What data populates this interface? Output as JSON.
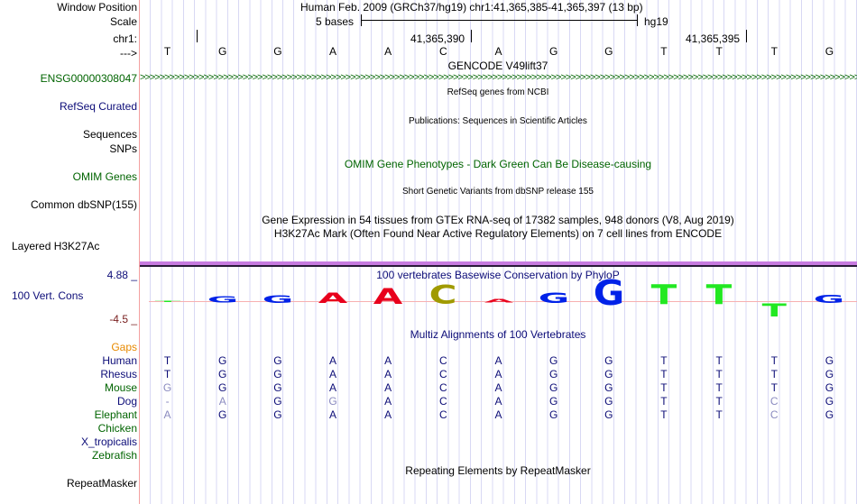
{
  "labels": {
    "window_position": "Window Position",
    "scale": "Scale",
    "chr": "chr1:",
    "arrow": "--->",
    "gene_id": "ENSG00000308047",
    "refseq": "RefSeq Curated",
    "sequences": "Sequences",
    "snps": "SNPs",
    "omim": "OMIM Genes",
    "common_dbsnp": "Common dbSNP(155)",
    "layered": "Layered H3K27Ac",
    "cons_max": "4.88 _",
    "cons_label": "100 Vert. Cons",
    "cons_min": "-4.5 _",
    "gaps": "Gaps",
    "repeatmasker": "RepeatMasker"
  },
  "header": {
    "assembly": "Human Feb. 2009 (GRCh37/hg19)   chr1:41,365,385-41,365,397 (13 bp)",
    "scale_text": "5 bases",
    "scale_db": "hg19",
    "pos1": "41,365,390",
    "pos2": "41,365,395"
  },
  "sequence": [
    "T",
    "G",
    "G",
    "A",
    "A",
    "C",
    "A",
    "G",
    "G",
    "T",
    "T",
    "T",
    "G"
  ],
  "tracks": {
    "gencode": "GENCODE V49lift37",
    "refseq": "RefSeq genes from NCBI",
    "publications": "Publications: Sequences in Scientific Articles",
    "omim": "OMIM Gene Phenotypes - Dark Green Can Be Disease-causing",
    "dbsnp": "Short Genetic Variants from dbSNP release 155",
    "gtex": "Gene Expression in 54 tissues from GTEx RNA-seq of 17382 samples, 948 donors (V8, Aug 2019)",
    "h3k27ac": "H3K27Ac Mark (Often Found Near Active Regulatory Elements) on 7 cell lines from ENCODE",
    "phylop": "100 vertebrates Basewise Conservation by PhyloP",
    "multiz": "Multiz Alignments of 100 Vertebrates",
    "repeat": "Repeating Elements by RepeatMasker"
  },
  "conservation": [
    0.1,
    0.6,
    0.7,
    1.0,
    1.5,
    1.8,
    0.3,
    1.0,
    2.4,
    1.9,
    1.9,
    -1.2,
    0.8
  ],
  "colors": {
    "A": "#e8001c",
    "C": "#a09a00",
    "G": "#0022e8",
    "T": "#22e822",
    "gene": "#006400",
    "navy": "#0c0c78",
    "gaps": "#e88a00",
    "min": "#7a2020"
  },
  "species": [
    {
      "name": "Human",
      "color": "navy",
      "bases": [
        "T",
        "G",
        "G",
        "A",
        "A",
        "C",
        "A",
        "G",
        "G",
        "T",
        "T",
        "T",
        "G"
      ],
      "light": []
    },
    {
      "name": "Rhesus",
      "color": "navy",
      "bases": [
        "T",
        "G",
        "G",
        "A",
        "A",
        "C",
        "A",
        "G",
        "G",
        "T",
        "T",
        "T",
        "G"
      ],
      "light": []
    },
    {
      "name": "Mouse",
      "color": "gene",
      "bases": [
        "G",
        "G",
        "G",
        "A",
        "A",
        "C",
        "A",
        "G",
        "G",
        "T",
        "T",
        "T",
        "G"
      ],
      "light": [
        0
      ]
    },
    {
      "name": "Dog",
      "color": "navy",
      "bases": [
        "-",
        "A",
        "G",
        "G",
        "A",
        "C",
        "A",
        "G",
        "G",
        "T",
        "T",
        "C",
        "G"
      ],
      "light": [
        0,
        1,
        3,
        11
      ]
    },
    {
      "name": "Elephant",
      "color": "gene",
      "bases": [
        "A",
        "G",
        "G",
        "A",
        "A",
        "C",
        "A",
        "G",
        "G",
        "T",
        "T",
        "C",
        "G"
      ],
      "light": [
        0,
        11
      ]
    },
    {
      "name": "Chicken",
      "color": "gene",
      "bases": [],
      "light": []
    },
    {
      "name": "X_tropicalis",
      "color": "navy",
      "bases": [],
      "light": []
    },
    {
      "name": "Zebrafish",
      "color": "gene",
      "bases": [],
      "light": []
    }
  ]
}
